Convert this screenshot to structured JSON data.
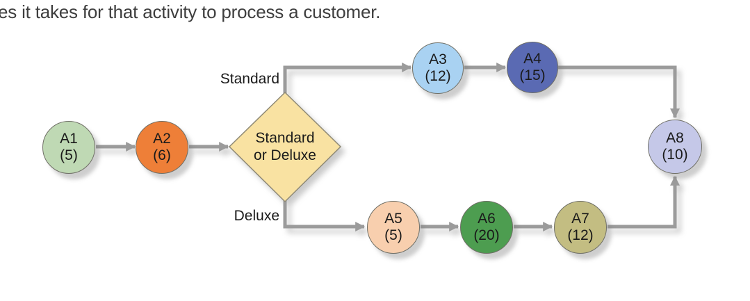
{
  "page": {
    "caption_fragment": "es it takes for that activity to process a customer."
  },
  "diagram": {
    "type": "process-flow",
    "line_color": "#9b9b9b",
    "node_border_color": "#6f6f66",
    "text_color": "#1a1a1a",
    "nodes": [
      {
        "id": "A1",
        "label": "A1",
        "time_display": "(5)",
        "time": 5,
        "color": "#bfd9b4"
      },
      {
        "id": "A2",
        "label": "A2",
        "time_display": "(6)",
        "time": 6,
        "color": "#ee7f38"
      },
      {
        "id": "A3",
        "label": "A3",
        "time_display": "(12)",
        "time": 12,
        "color": "#a9d2f2",
        "branch": "Standard"
      },
      {
        "id": "A4",
        "label": "A4",
        "time_display": "(15)",
        "time": 15,
        "color": "#5a6ab3",
        "branch": "Standard"
      },
      {
        "id": "A5",
        "label": "A5",
        "time_display": "(5)",
        "time": 5,
        "color": "#f8cfae",
        "branch": "Deluxe"
      },
      {
        "id": "A6",
        "label": "A6",
        "time_display": "(20)",
        "time": 20,
        "color": "#4d9d50",
        "branch": "Deluxe"
      },
      {
        "id": "A7",
        "label": "A7",
        "time_display": "(12)",
        "time": 12,
        "color": "#c3bd82",
        "branch": "Deluxe"
      },
      {
        "id": "A8",
        "label": "A8",
        "time_display": "(10)",
        "time": 10,
        "color": "#c5c8e8"
      }
    ],
    "decision": {
      "label_line1": "Standard",
      "label_line2": "or Deluxe",
      "color": "#f9e2a2",
      "border_color": "#8f8a76"
    },
    "branch_labels": {
      "standard": "Standard",
      "deluxe": "Deluxe"
    },
    "edges": [
      {
        "from": "A1",
        "to": "A2"
      },
      {
        "from": "A2",
        "to": "Decision"
      },
      {
        "from": "Decision",
        "to": "A3",
        "branch": "Standard"
      },
      {
        "from": "A3",
        "to": "A4"
      },
      {
        "from": "A4",
        "to": "A8"
      },
      {
        "from": "Decision",
        "to": "A5",
        "branch": "Deluxe"
      },
      {
        "from": "A5",
        "to": "A6"
      },
      {
        "from": "A6",
        "to": "A7"
      },
      {
        "from": "A7",
        "to": "A8"
      }
    ]
  }
}
